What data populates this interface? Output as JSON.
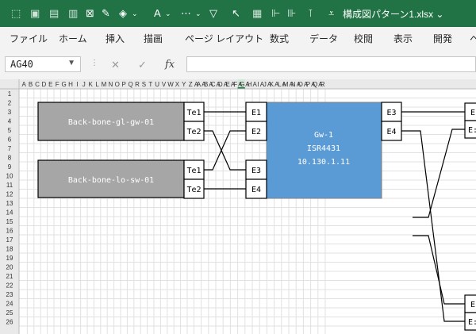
{
  "titlebar": {
    "file_name": "構成図パターン1.xlsx ⌄",
    "accent": "#217346",
    "icons": [
      "format-painter-icon",
      "bucket-icon",
      "font-color-icon",
      "border-icon",
      "filter-icon",
      "select-arrow-icon",
      "merge-icon",
      "align-left-icon",
      "align-right-icon",
      "more-icon"
    ]
  },
  "ribbon": {
    "tabs": [
      "ファイル",
      "ホーム",
      "挿入",
      "描画",
      "ページ レイアウト",
      "数式",
      "データ",
      "校閲",
      "表示",
      "開発",
      "ヘ"
    ]
  },
  "formula_bar": {
    "name_box": "AG40",
    "fx_label": "fx",
    "value": ""
  },
  "sheet": {
    "columns": [
      "A",
      "B",
      "C",
      "D",
      "E",
      "F",
      "G",
      "H",
      "I",
      "J",
      "K",
      "L",
      "M",
      "N",
      "O",
      "P",
      "Q",
      "R",
      "S",
      "T",
      "U",
      "V",
      "W",
      "X",
      "Y",
      "Z",
      "AA",
      "AB",
      "AC",
      "AD",
      "AE",
      "AF",
      "AG",
      "AH",
      "AI",
      "AJ",
      "AK",
      "AL",
      "AM",
      "AN",
      "AO",
      "AP",
      "AQ",
      "AR"
    ],
    "selected_column": "AG",
    "rows": [
      "1",
      "2",
      "3",
      "4",
      "5",
      "6",
      "7",
      "8",
      "9",
      "10",
      "11",
      "12",
      "13",
      "14",
      "15",
      "16",
      "17",
      "18",
      "19",
      "20",
      "21",
      "22",
      "23",
      "24",
      "25",
      "26"
    ],
    "colors": {
      "switch_fill": "#a6a6a6",
      "router_fill": "#5b9bd5",
      "grid_line": "#e1e1e1",
      "header_bg": "#e9e9e9"
    }
  },
  "diagram": {
    "switch1": "Back-bone-gl-gw-01",
    "switch2": "Back-bone-lo-sw-01",
    "router": [
      "Gw-1",
      "ISR4431",
      "10.130.1.11"
    ],
    "ports": {
      "sw1_te1": "Te1",
      "sw1_te2": "Te2",
      "sw2_te1": "Te1",
      "sw2_te2": "Te2",
      "gw_e1": "E1",
      "gw_e2": "E2",
      "gw_e3_left": "E3",
      "gw_e4_left": "E4",
      "gw_e3_right": "E3",
      "gw_e4_right": "E4",
      "edge_top1": "E",
      "edge_top2": "E:",
      "edge_bot1": "E",
      "edge_bot2": "E:"
    }
  }
}
